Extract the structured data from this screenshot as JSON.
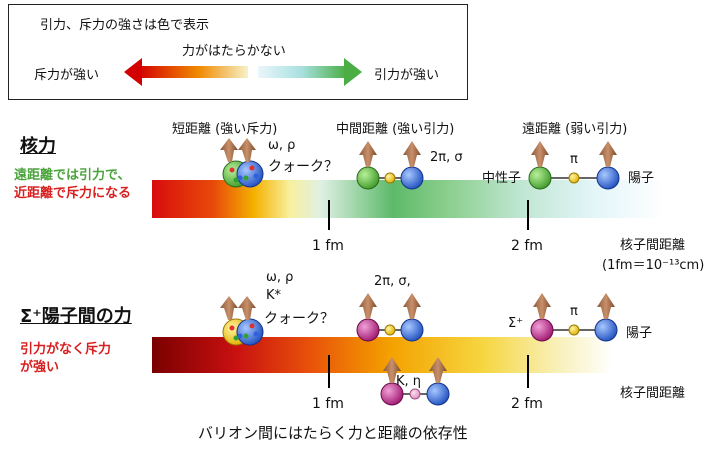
{
  "legend": {
    "title": "引力、斥力の強さは色で表示",
    "neutral": "力がはたらかない",
    "left_label": "斥力が強い",
    "right_label": "引力が強い"
  },
  "nuclear": {
    "title": "核力",
    "note_line1": "遠距離では引力で、",
    "note_line2": "近距離で斥力になる",
    "region_short": "短距離 (強い斥力)",
    "region_mid": "中間距離 (強い引力)",
    "region_long": "遠距離 (弱い引力)",
    "mesons_short": "ω, ρ",
    "quark_label": "クォーク？",
    "mesons_mid": "2π, σ",
    "neutron_label": "中性子",
    "pion_label": "π",
    "proton_label": "陽子",
    "tick1": "1 fm",
    "tick2": "2 fm",
    "axis_title": "核子間距離",
    "axis_unit": "(1fm＝10⁻¹³cm)"
  },
  "sigma": {
    "title": "Σ⁺陽子間の力",
    "note_line1": "引力がなく斥力",
    "note_line2": "が強い",
    "mesons_short1": "ω, ρ",
    "mesons_short2": "K*",
    "quark_label": "クォーク？",
    "mesons_mid": "2π, σ,",
    "kaon_label": "K, η",
    "sigma_label": "Σ⁺",
    "pion_label": "π",
    "proton_label": "陽子",
    "tick1": "1 fm",
    "tick2": "2 fm",
    "axis_title": "核子間距離"
  },
  "caption": "バリオン間にはたらく力と距離の依存性"
}
